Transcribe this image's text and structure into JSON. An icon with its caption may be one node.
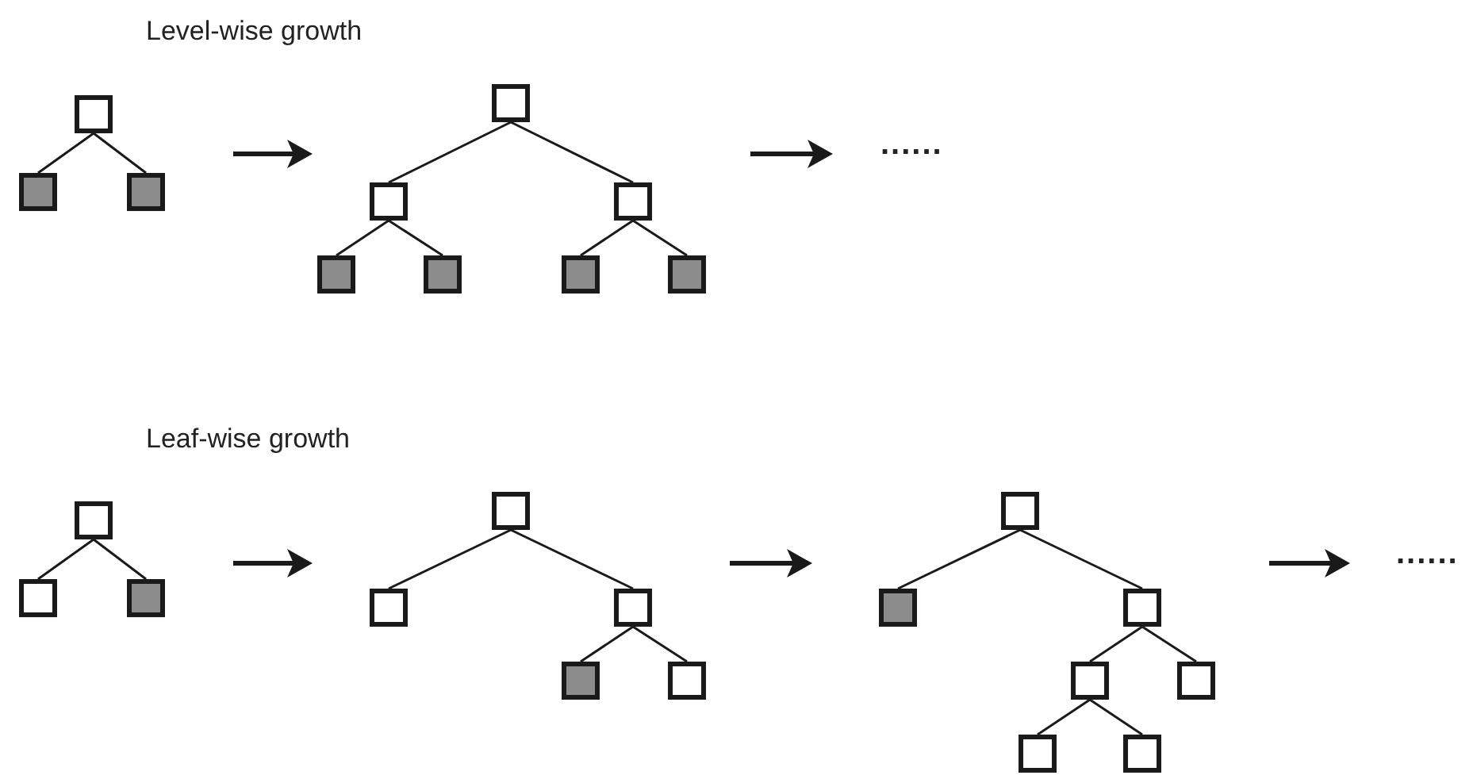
{
  "diagram": {
    "nodes": [
      {
        "text": [],
        "shape": "box"
      },
      {
        "text": [],
        "shape": "box"
      },
      {
        "text": [],
        "shape": "box"
      },
      {
        "text": [],
        "shape": "box"
      },
      {
        "text": [],
        "shape": "box"
      },
      {
        "text": [],
        "shape": "box"
      },
      {
        "text": [],
        "shape": "box"
      },
      {
        "text": [],
        "shape": "box"
      },
      {
        "text": [],
        "shape": "box"
      },
      {
        "text": [],
        "shape": "box"
      },
      {
        "text": [],
        "shape": "box"
      },
      {
        "text": [],
        "shape": "box"
      },
      {
        "text": [],
        "shape": "box"
      },
      {
        "text": [],
        "shape": "box"
      },
      {
        "text": [],
        "shape": "box"
      },
      {
        "text": [],
        "shape": "box"
      },
      {
        "text": [],
        "shape": "box"
      },
      {
        "text": [],
        "shape": "box"
      },
      {
        "text": [],
        "shape": "box"
      },
      {
        "text": [],
        "shape": "box"
      },
      {
        "text": [],
        "shape": "box"
      },
      {
        "text": [],
        "shape": "box"
      },
      {
        "text": [],
        "shape": "box"
      },
      {
        "text": [],
        "shape": "box"
      },
      {
        "text": [],
        "shape": "box"
      }
    ],
    "edges": [
      {
        "from": 0,
        "to": 1,
        "arrow": "none"
      },
      {
        "from": 0,
        "to": 2,
        "arrow": "none"
      },
      {
        "from": 3,
        "to": 4,
        "arrow": "none"
      },
      {
        "from": 3,
        "to": 5,
        "arrow": "none"
      },
      {
        "from": 4,
        "to": 6,
        "arrow": "none"
      },
      {
        "from": 4,
        "to": 7,
        "arrow": "none"
      },
      {
        "from": 5,
        "to": 8,
        "arrow": "none"
      },
      {
        "from": 5,
        "to": 9,
        "arrow": "none"
      },
      {
        "from": 10,
        "to": 11,
        "arrow": "none"
      },
      {
        "from": 10,
        "to": 12,
        "arrow": "none"
      },
      {
        "from": 13,
        "to": 14,
        "arrow": "none"
      },
      {
        "from": 13,
        "to": 15,
        "arrow": "none"
      },
      {
        "from": 15,
        "to": 16,
        "arrow": "none"
      },
      {
        "from": 15,
        "to": 17,
        "arrow": "none"
      },
      {
        "from": 18,
        "to": 19,
        "arrow": "none"
      },
      {
        "from": 18,
        "to": 20,
        "arrow": "none"
      },
      {
        "from": 20,
        "to": 21,
        "arrow": "none"
      },
      {
        "from": 20,
        "to": 22,
        "arrow": "none"
      },
      {
        "from": 21,
        "to": 23,
        "arrow": "none"
      },
      {
        "from": 21,
        "to": 24,
        "arrow": "none"
      }
    ],
    "labels": [
      "Level-wise growth",
      "......",
      "Leaf-wise growth",
      "......"
    ]
  }
}
